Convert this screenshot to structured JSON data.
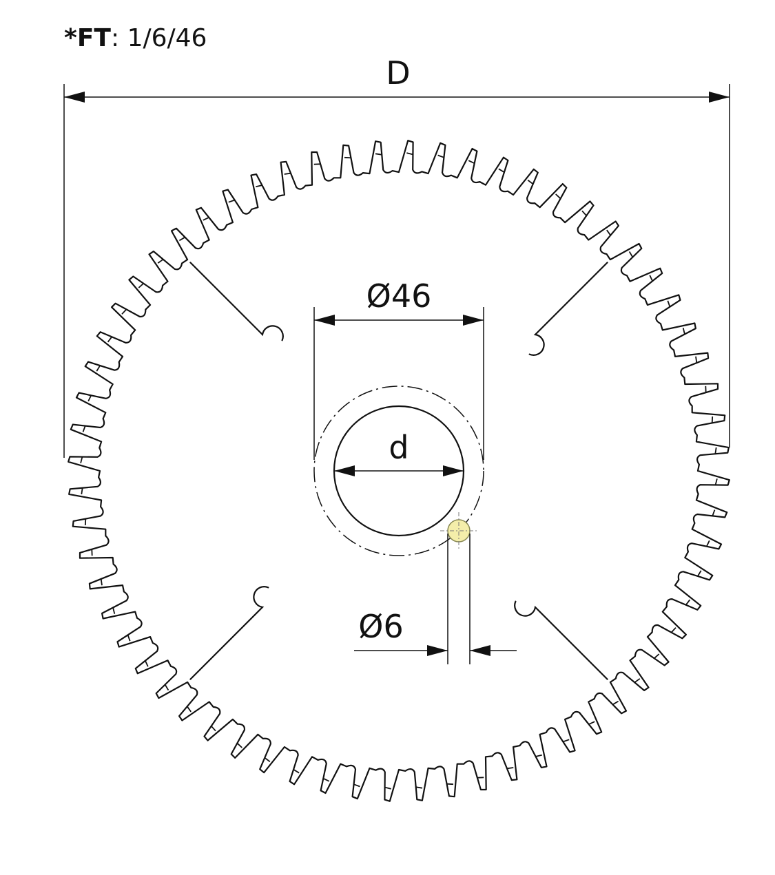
{
  "header": {
    "prefix": "*",
    "code": "FT",
    "separator": ": ",
    "value": "1/6/46"
  },
  "dimensions": {
    "outer_diameter": "D",
    "flange_diameter": "Ø46",
    "bore": "d",
    "pin_hole": "Ø6"
  },
  "blade": {
    "teeth": 64,
    "expansion_slots": 4
  },
  "colors": {
    "line": "#111111",
    "background": "#ffffff",
    "pin_fill": "#f4eeaa",
    "pin_stroke": "#8a8a55"
  }
}
